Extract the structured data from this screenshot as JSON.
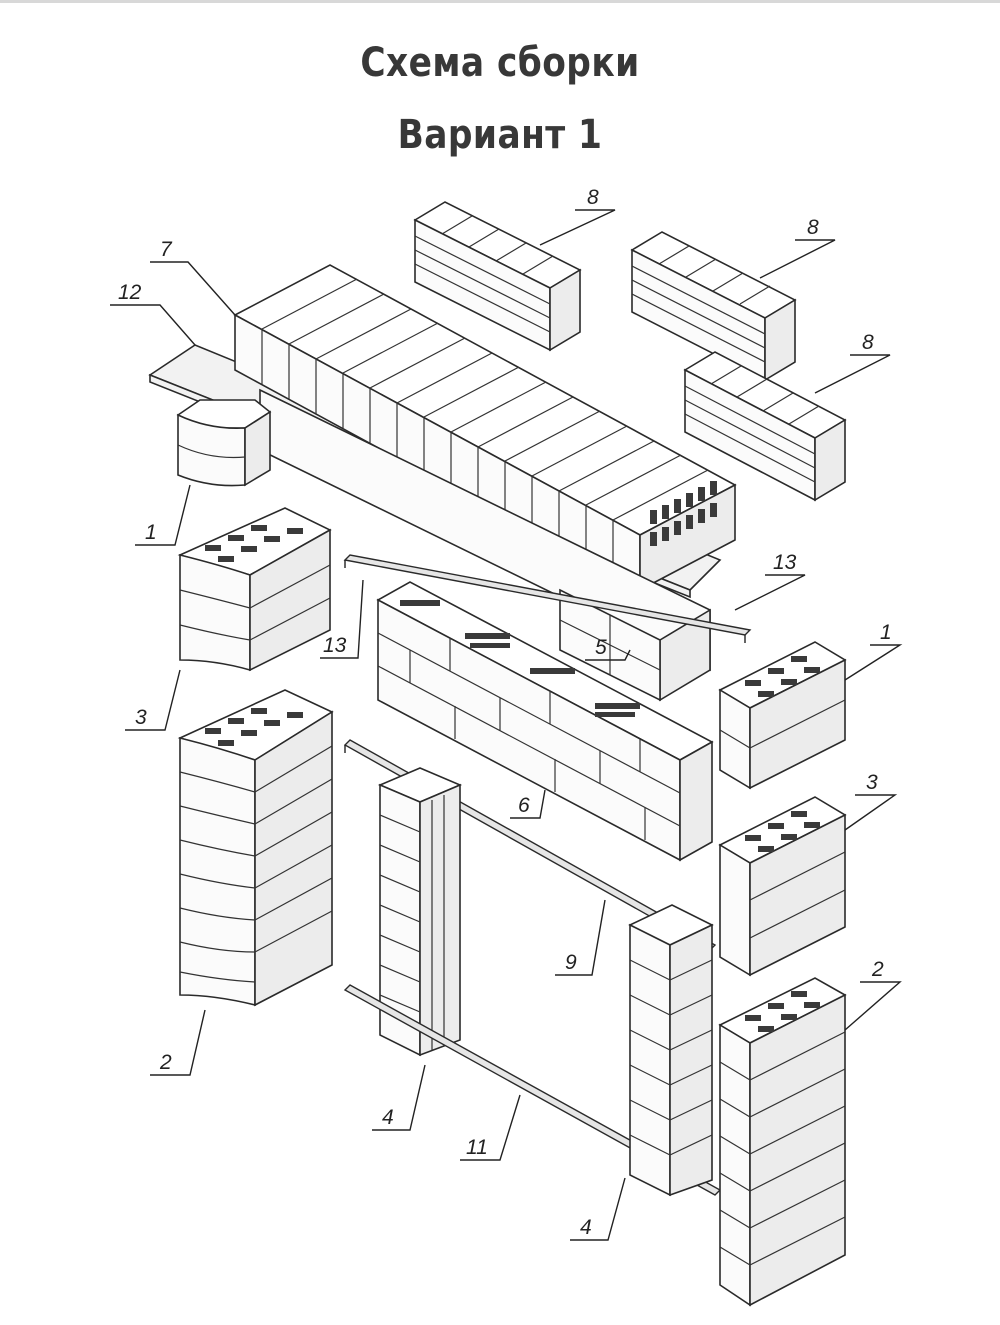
{
  "title": "Схема сборки",
  "subtitle": "Вариант 1",
  "labels": {
    "l1a": "1",
    "l1b": "1",
    "l2a": "2",
    "l2b": "2",
    "l3a": "3",
    "l3b": "3",
    "l4a": "4",
    "l4b": "4",
    "l5": "5",
    "l6": "6",
    "l7": "7",
    "l8a": "8",
    "l8b": "8",
    "l8c": "8",
    "l9": "9",
    "l11": "11",
    "l12": "12",
    "l13a": "13",
    "l13b": "13"
  },
  "colors": {
    "line": "#2a2a2a",
    "title": "#383838",
    "background": "#ffffff"
  }
}
